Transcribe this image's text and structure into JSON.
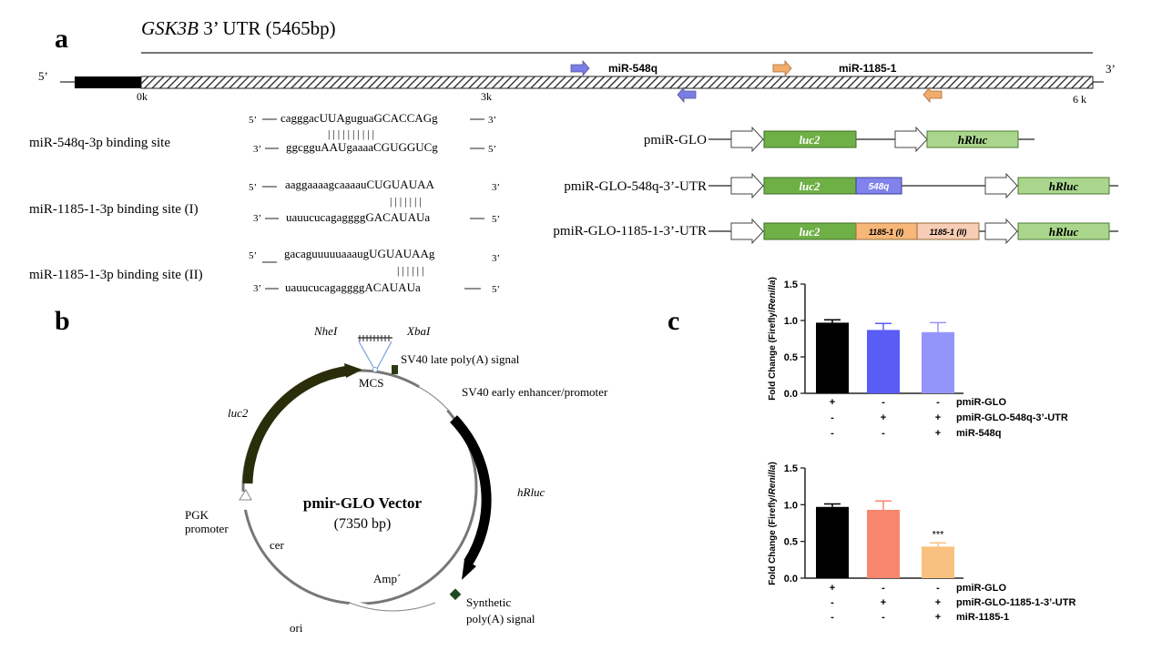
{
  "panels": {
    "a": "a",
    "b": "b",
    "c": "c"
  },
  "utr": {
    "gene": "GSK3B",
    "title_rest": " 3’ UTR (5465bp)",
    "five_prime": "5’",
    "three_prime": "3’",
    "ticks": [
      "0k",
      "3k",
      "6 k"
    ],
    "mir548": "miR-548q",
    "mir1185": "miR-1185-1"
  },
  "binding_sites": [
    {
      "label": "miR-548q-3p binding site",
      "top": "cagggacUUAguguaGCACCAGg",
      "bars": "|  |  |      | | | | | | |",
      "bottom": "ggcgguAAUgaaaaCGUGGUCg",
      "top5": "5’",
      "top3": "3’",
      "bot3": "3’",
      "bot5": "5’"
    },
    {
      "label": "miR-1185-1-3p binding site (I)",
      "top": "aaggaaaagcaaaauCUGUAUAA",
      "bars": "| | | | | | |",
      "bottom": "uauucucagaggggGACAUAUa",
      "top5": "5’",
      "top3": "3’",
      "bot3": "3’",
      "bot5": "5’"
    },
    {
      "label": "miR-1185-1-3p binding site (II)",
      "top": "gacaguuuuuaaaugUGUAUAAg",
      "bars": "| | | | | |",
      "bottom": "uauucucagaggggACAUAUa",
      "top5": "5’",
      "top3": "3’",
      "bot3": "3’",
      "bot5": "5’"
    }
  ],
  "constructs": {
    "names": [
      "pmiR-GLO",
      "pmiR-GLO-548q-3’-UTR",
      "pmiR-GLO-1185-1-3’-UTR"
    ],
    "luc2": "luc2",
    "hRluc": "hRluc",
    "seg548": "548q",
    "seg1185a": "1185-1 (I)",
    "seg1185b": "1185-1 (II)"
  },
  "vector": {
    "name": "pmir-GLO Vector",
    "size": "(7350 bp)",
    "labels": {
      "nhe": "NheI",
      "xba": "XbaI",
      "sv40late": "SV40 late poly(A) signal",
      "mcs": "MCS",
      "sv40early": "SV40 early enhancer/promoter",
      "luc2": "luc2",
      "hrluc": "hRluc",
      "pgk1": "PGK",
      "pgk2": "promoter",
      "cer": "cer",
      "amp": "Amp´",
      "ori": "ori",
      "synth1": "Synthetic",
      "synth2": "poly(A) signal"
    }
  },
  "chart_data": [
    {
      "type": "bar",
      "ylabel_pre": "Fold Change (Firefly/",
      "ylabel_it": "Renilla",
      "ylabel_post": ")",
      "ylim": [
        0,
        1.5
      ],
      "yticks": [
        "0.0",
        "0.5",
        "1.0",
        "1.5"
      ],
      "values": [
        0.97,
        0.87,
        0.84
      ],
      "errors": [
        0.04,
        0.09,
        0.13
      ],
      "colors": [
        "#000000",
        "#5a5cf6",
        "#9495fb"
      ],
      "significance": [
        "",
        "",
        ""
      ],
      "conditions": [
        {
          "label": "pmiR-GLO",
          "marks": [
            "+",
            "-",
            "-"
          ]
        },
        {
          "label": "pmiR-GLO-548q-3’-UTR",
          "marks": [
            "-",
            "+",
            "+"
          ]
        },
        {
          "label": "miR-548q",
          "marks": [
            "-",
            "-",
            "+"
          ]
        }
      ]
    },
    {
      "type": "bar",
      "ylabel_pre": "Fold Change (Firefly/",
      "ylabel_it": "Renilla",
      "ylabel_post": ")",
      "ylim": [
        0,
        1.5
      ],
      "yticks": [
        "0.0",
        "0.5",
        "1.0",
        "1.5"
      ],
      "values": [
        0.97,
        0.93,
        0.43
      ],
      "errors": [
        0.04,
        0.12,
        0.05
      ],
      "colors": [
        "#000000",
        "#f8866e",
        "#f9c17f"
      ],
      "significance": [
        "",
        "",
        "***"
      ],
      "conditions": [
        {
          "label": "pmiR-GLO",
          "marks": [
            "+",
            "-",
            "-"
          ]
        },
        {
          "label": "pmiR-GLO-1185-1-3’-UTR",
          "marks": [
            "-",
            "+",
            "+"
          ]
        },
        {
          "label": "miR-1185-1",
          "marks": [
            "-",
            "-",
            "+"
          ]
        }
      ]
    }
  ]
}
